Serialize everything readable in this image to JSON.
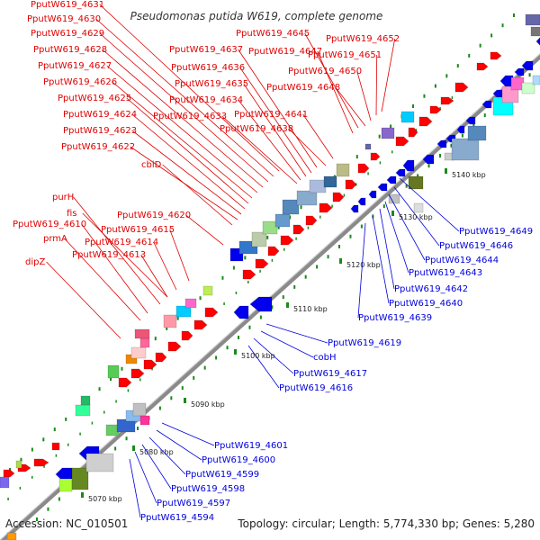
{
  "title": "Pseudomonas putida W619, complete genome",
  "footer": {
    "accession": "Accession: NC_010501",
    "topology": "Topology: circular; Length: 5,774,330 bp; Genes: 5,280"
  },
  "colors": {
    "forward_label": "#e00000",
    "reverse_label": "#0000dd",
    "backbone": "#8a8a8a",
    "tick": "#1a8a1a",
    "forward_gene": "#ff0000",
    "reverse_gene": "#0000ee"
  },
  "scale_labels": [
    "5070 kbp",
    "5080 kbp",
    "5090 kbp",
    "5100 kbp",
    "5110 kbp",
    "5120 kbp",
    "5130 kbp",
    "5140 kbp"
  ],
  "forward_labels": [
    "PputW619_4631",
    "PputW619_4630",
    "PputW619_4629",
    "PputW619_4628",
    "PputW619_4627",
    "PputW619_4626",
    "PputW619_4625",
    "PputW619_4624",
    "PputW619_4623",
    "PputW619_4622",
    "cbiD",
    "PputW619_4637",
    "PputW619_4636",
    "PputW619_4635",
    "PputW619_4634",
    "PputW619_4633",
    "PputW619_4645",
    "PputW619_4647",
    "PputW619_4652",
    "PputW619_4651",
    "PputW619_4650",
    "PputW619_4648",
    "PputW619_4641",
    "PputW619_4638",
    "purH",
    "fis",
    "PputW619_4610",
    "prmA",
    "dipZ",
    "PputW619_4620",
    "PputW619_4615",
    "PputW619_4614",
    "PputW619_4613"
  ],
  "reverse_labels": [
    "PputW619_4649",
    "PputW619_4646",
    "PputW619_4644",
    "PputW619_4643",
    "PputW619_4642",
    "PputW619_4640",
    "PputW619_4639",
    "PputW619_4619",
    "cobH",
    "PputW619_4617",
    "PputW619_4616",
    "PputW619_4601",
    "PputW619_4600",
    "PputW619_4599",
    "PputW619_4598",
    "PputW619_4597",
    "PputW619_4594"
  ]
}
